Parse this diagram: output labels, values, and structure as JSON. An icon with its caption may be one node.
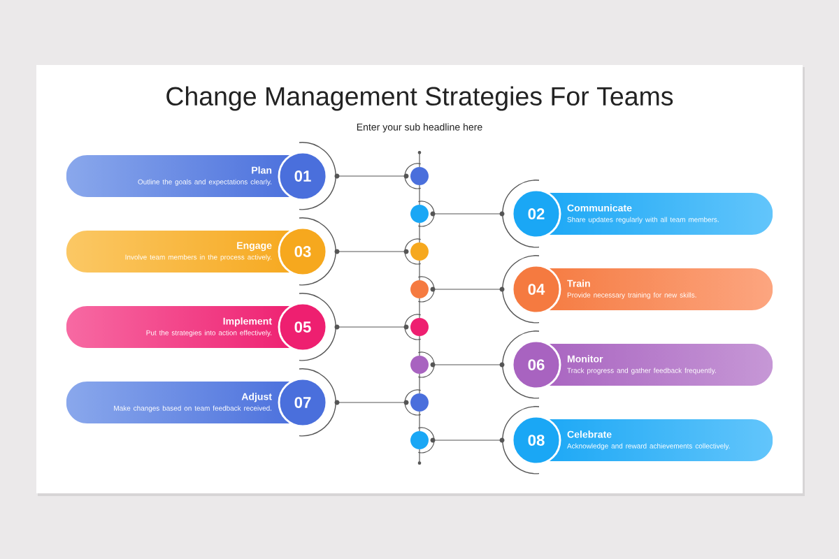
{
  "diagram": {
    "title": "Change Management Strategies For Teams",
    "nodes": [
      {
        "text": [
          "Plan",
          "Outline the goals and expectations clearly."
        ]
      },
      {
        "text": [
          "01"
        ]
      },
      {
        "text": [
          "Communicate",
          "Share updates regularly with all team members."
        ]
      },
      {
        "text": [
          "02"
        ]
      },
      {
        "text": [
          "Engage",
          "Involve team members in the process actively."
        ]
      },
      {
        "text": [
          "03"
        ]
      },
      {
        "text": [
          "Train",
          "Provide necessary training for new skills."
        ]
      },
      {
        "text": [
          "04"
        ]
      },
      {
        "text": [
          "Implement",
          "Put the strategies into action effectively."
        ]
      },
      {
        "text": [
          "05"
        ]
      },
      {
        "text": [
          "Monitor",
          "Track progress and gather feedback frequently."
        ]
      },
      {
        "text": [
          "06"
        ]
      },
      {
        "text": [
          "Adjust",
          "Make changes based on team feedback received."
        ]
      },
      {
        "text": [
          "07"
        ]
      },
      {
        "text": [
          "Celebrate",
          "Acknowledge and reward achievements collectively."
        ]
      },
      {
        "text": [
          "08"
        ]
      },
      {
        "text": [],
        "shape": "circle"
      },
      {
        "text": [],
        "shape": "circle"
      },
      {
        "text": [],
        "shape": "circle"
      },
      {
        "text": [],
        "shape": "circle"
      },
      {
        "text": [],
        "shape": "circle"
      },
      {
        "text": [],
        "shape": "circle"
      },
      {
        "text": [],
        "shape": "circle"
      },
      {
        "text": [],
        "shape": "circle"
      }
    ],
    "edges": [
      {
        "from": 1,
        "to": 16,
        "arrow": "none"
      },
      {
        "from": 3,
        "to": 17,
        "arrow": "none"
      },
      {
        "from": 5,
        "to": 18,
        "arrow": "none"
      },
      {
        "from": 7,
        "to": 19,
        "arrow": "none"
      },
      {
        "from": 9,
        "to": 20,
        "arrow": "none"
      },
      {
        "from": 11,
        "to": 21,
        "arrow": "none"
      },
      {
        "from": 13,
        "to": 22,
        "arrow": "none"
      },
      {
        "from": 15,
        "to": 23,
        "arrow": "none"
      },
      {
        "from": 16,
        "to": 17,
        "arrow": "none"
      },
      {
        "from": 17,
        "to": 18,
        "arrow": "none"
      },
      {
        "from": 18,
        "to": 19,
        "arrow": "none"
      },
      {
        "from": 19,
        "to": 20,
        "arrow": "none"
      },
      {
        "from": 20,
        "to": 21,
        "arrow": "none"
      },
      {
        "from": 21,
        "to": 22,
        "arrow": "none"
      },
      {
        "from": 22,
        "to": 23,
        "arrow": "none"
      }
    ],
    "labels": [
      "Enter your sub headline here"
    ]
  }
}
